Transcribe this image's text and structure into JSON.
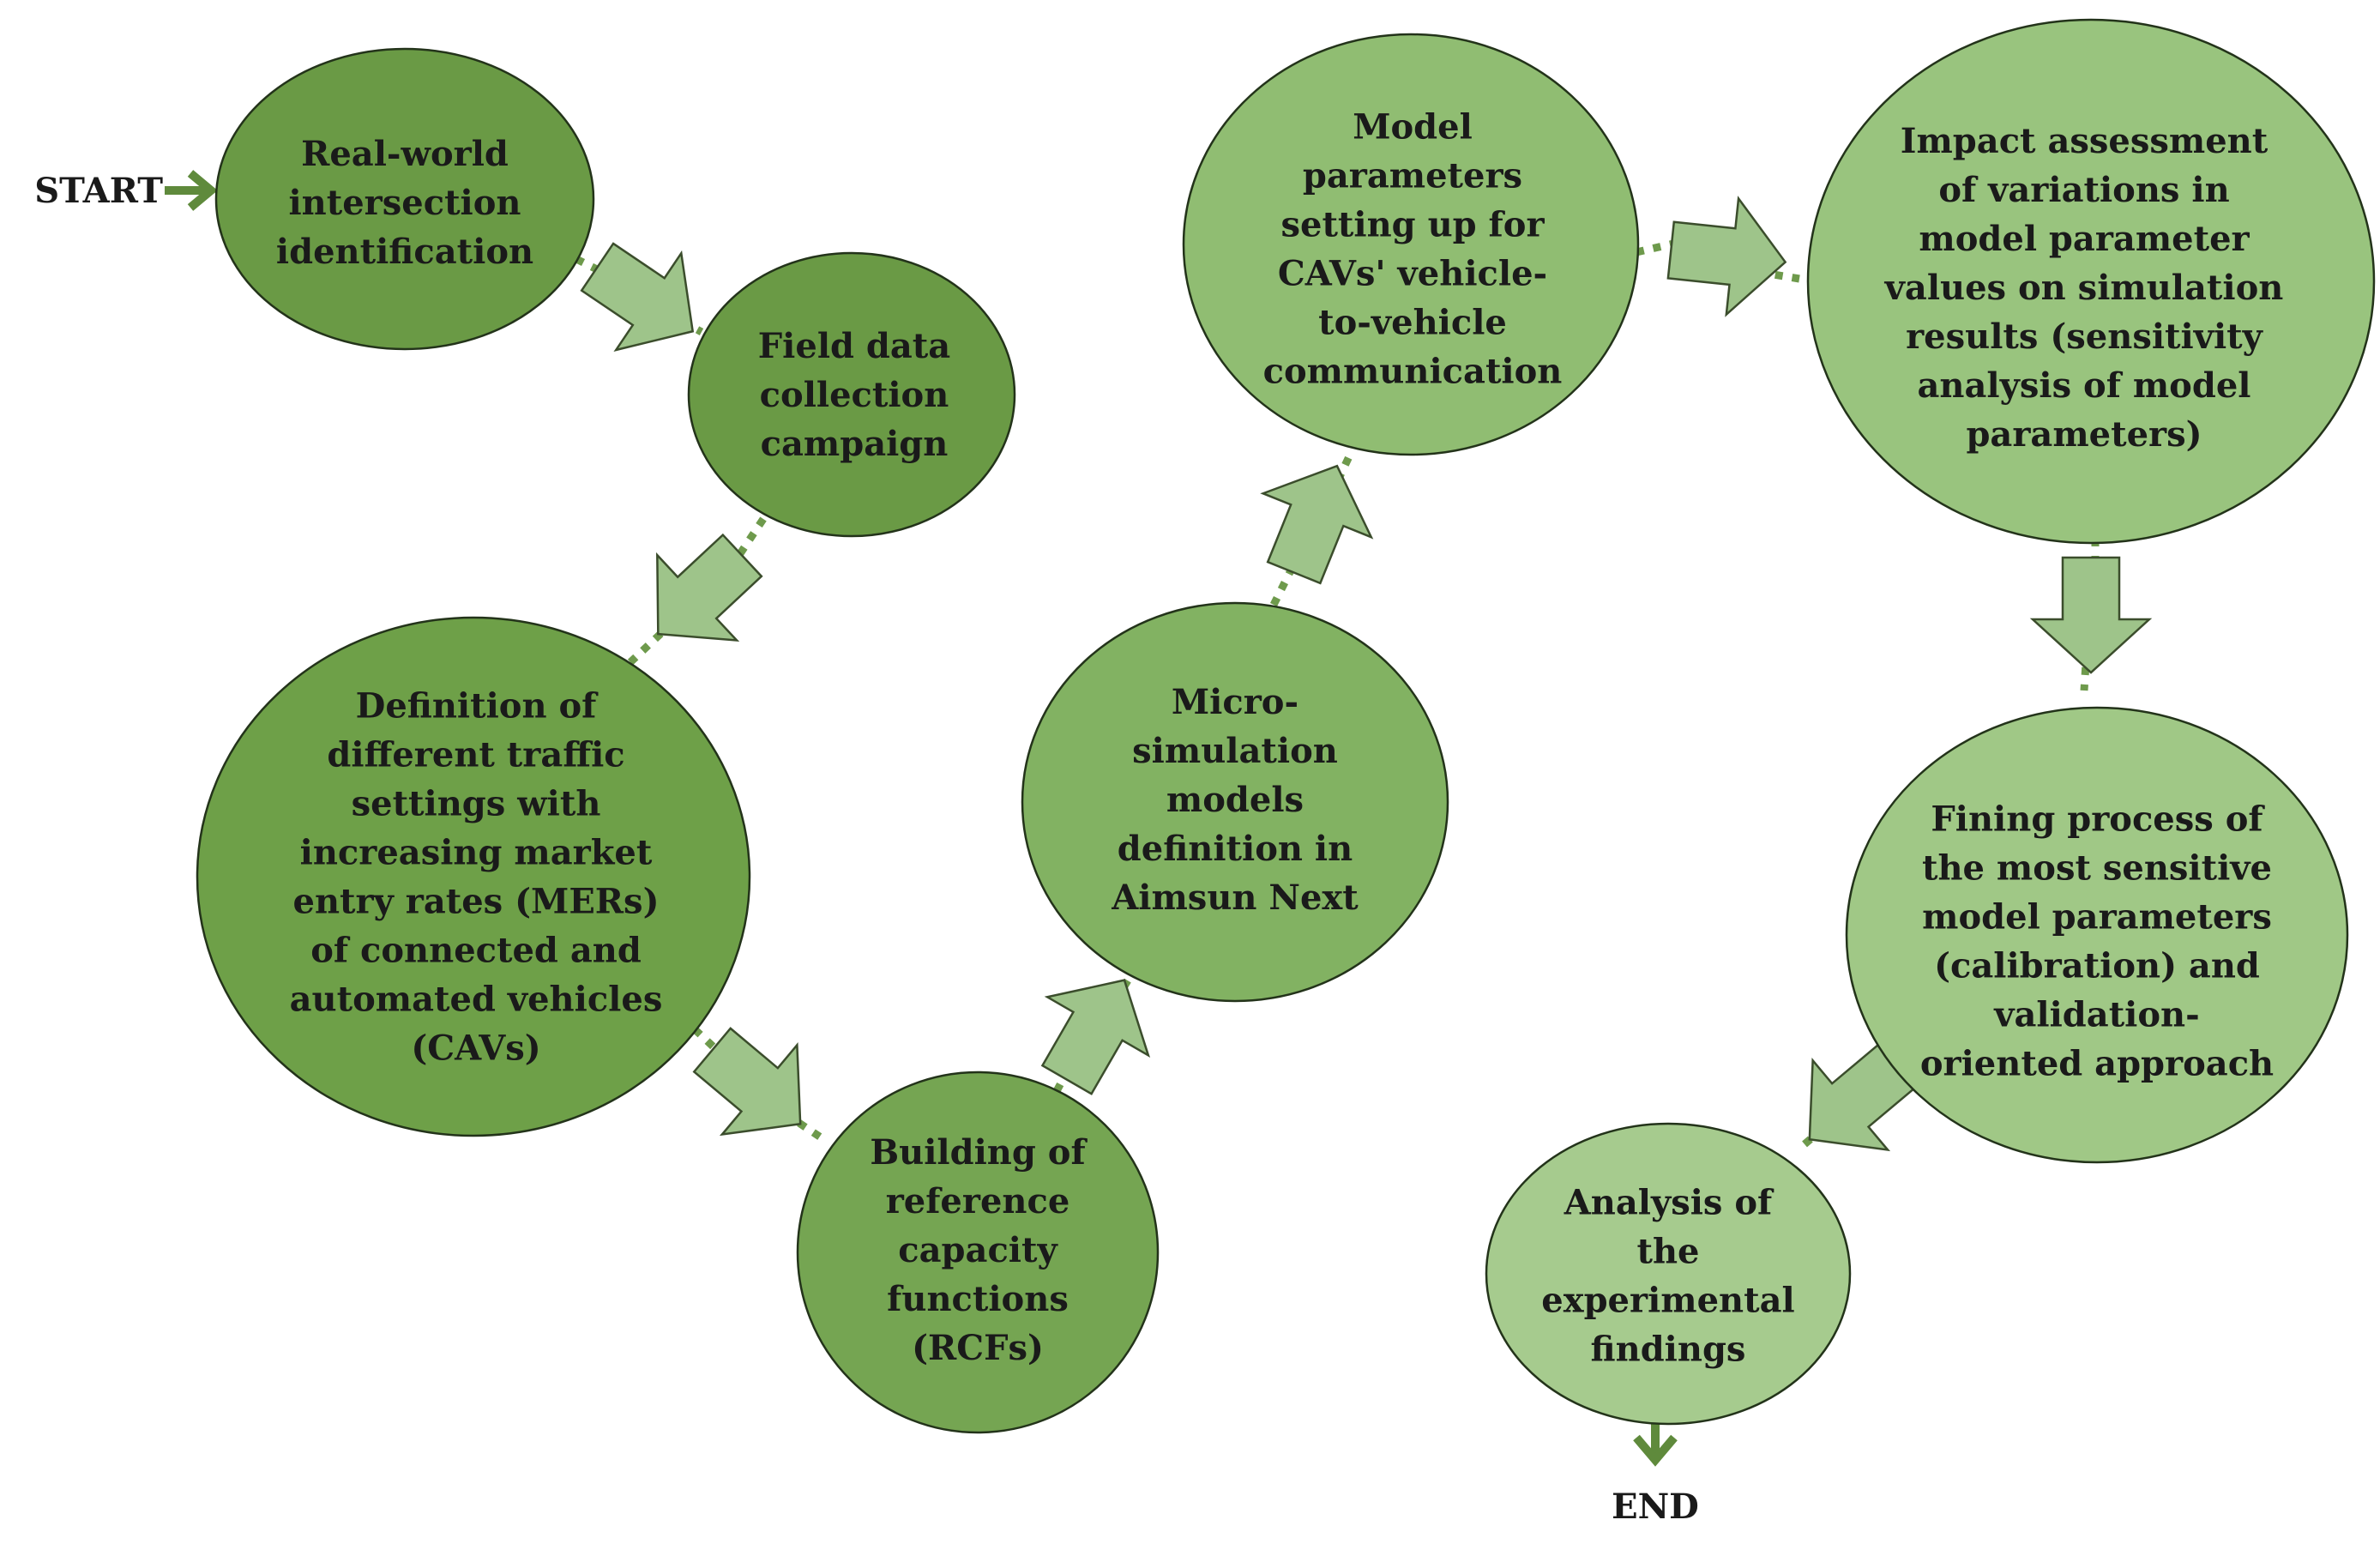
{
  "terminals": {
    "start": "START",
    "end": "END"
  },
  "nodes": [
    {
      "id": "n1",
      "color": "#6a9a45",
      "lines": [
        "Real-world",
        "intersection",
        "identification"
      ]
    },
    {
      "id": "n2",
      "color": "#6a9a45",
      "lines": [
        "Field data",
        "collection",
        "campaign"
      ]
    },
    {
      "id": "n3",
      "color": "#6ea048",
      "lines": [
        "Definition of",
        "different traffic",
        "settings with",
        "increasing market",
        "entry rates (MERs)",
        "of connected and",
        "automated vehicles",
        "(CAVs)"
      ]
    },
    {
      "id": "n4",
      "color": "#75a552",
      "lines": [
        "Building of",
        "reference",
        "capacity",
        "functions",
        "(RCFs)"
      ]
    },
    {
      "id": "n5",
      "color": "#82b262",
      "lines": [
        "Micro-",
        "simulation",
        "models",
        "definition in",
        "Aimsun Next"
      ]
    },
    {
      "id": "n6",
      "color": "#90bd72",
      "lines": [
        "Model",
        "parameters",
        "setting up for",
        "CAVs' vehicle-",
        "to-vehicle",
        "communication"
      ]
    },
    {
      "id": "n7",
      "color": "#99c47e",
      "lines": [
        "Impact assessment",
        "of variations in",
        "model parameter",
        "values on simulation",
        "results (sensitivity",
        "analysis of model",
        "parameters)"
      ]
    },
    {
      "id": "n8",
      "color": "#a0c886",
      "lines": [
        "Fining process of",
        "the most sensitive",
        "model parameters",
        "(calibration) and",
        "validation-",
        "oriented approach"
      ]
    },
    {
      "id": "n9",
      "color": "#a6cb8e",
      "lines": [
        "Analysis of",
        "the",
        "experimental",
        "findings"
      ]
    }
  ],
  "colors": {
    "terminal_arrow": "#5f8a3c",
    "connector": "#6e9a4c",
    "flow_arrow": "#9ec48a",
    "outline": "#23331a"
  }
}
